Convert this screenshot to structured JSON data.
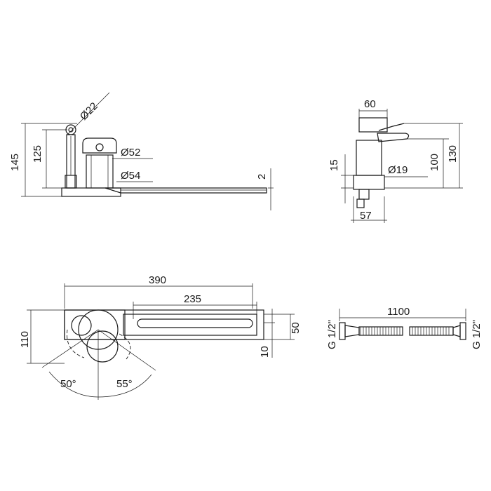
{
  "front_view": {
    "h145": "145",
    "h125": "125",
    "d22": "Ø22",
    "d52": "Ø52",
    "d54": "Ø54",
    "t2": "2"
  },
  "side_view": {
    "w60": "60",
    "h15": "15",
    "d19": "Ø19",
    "h100": "100",
    "h130": "130",
    "w57": "57"
  },
  "top_view": {
    "l390": "390",
    "l235": "235",
    "w110": "110",
    "w50": "50",
    "w10": "10",
    "a50": "50°",
    "a55": "55°"
  },
  "hose": {
    "length": "1100",
    "thread_left": "G 1/2\"",
    "thread_right": "G 1/2\""
  }
}
